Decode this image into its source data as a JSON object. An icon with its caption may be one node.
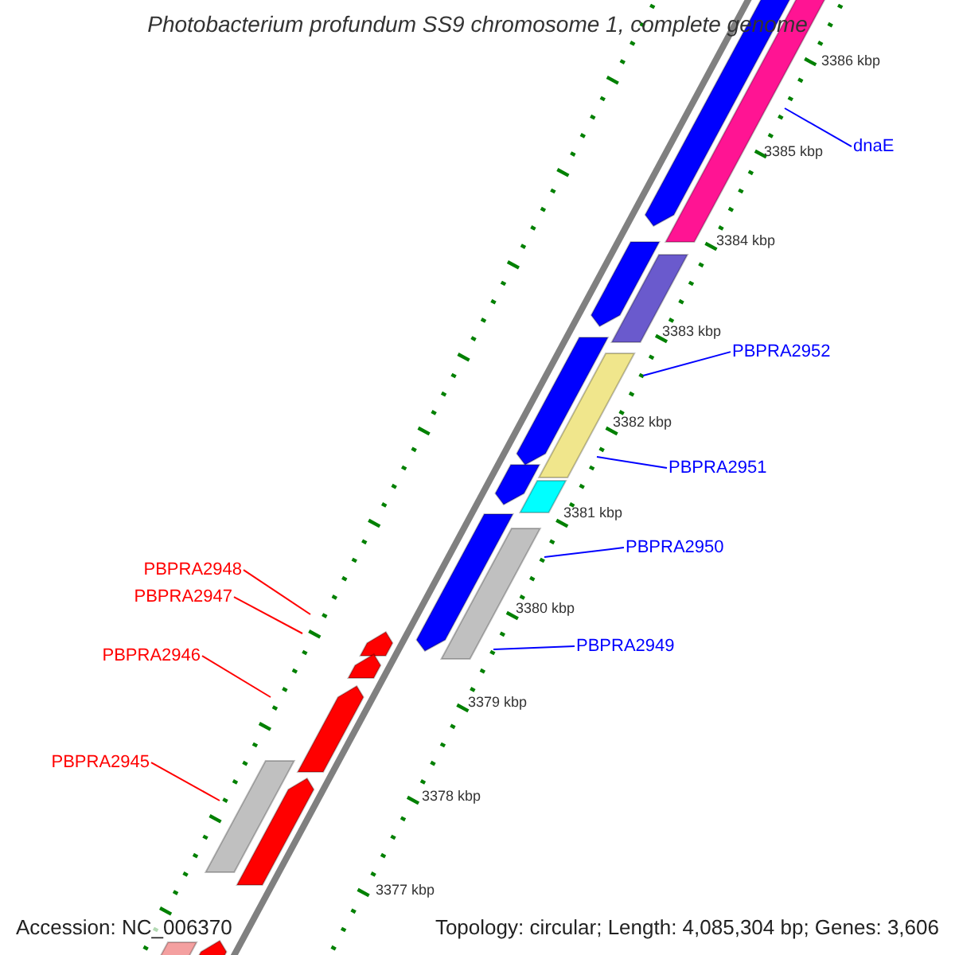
{
  "diagram": {
    "title": "Photobacterium profundum SS9 chromosome 1, complete genome",
    "nodes": [
      {
        "text": [
          "dnaE"
        ]
      },
      {
        "text": [
          "PBPRA2952"
        ]
      },
      {
        "text": [
          "PBPRA2951"
        ]
      },
      {
        "text": [
          "PBPRA2950"
        ]
      },
      {
        "text": [
          "PBPRA2949"
        ]
      },
      {
        "text": [
          "PBPRA2948"
        ]
      },
      {
        "text": [
          "PBPRA2947"
        ]
      },
      {
        "text": [
          "PBPRA2946"
        ]
      },
      {
        "text": [
          "PBPRA2945"
        ]
      }
    ],
    "edges": [
      {
        "from": 0,
        "to": null,
        "arrow": "none"
      },
      {
        "from": 1,
        "to": null,
        "arrow": "none"
      },
      {
        "from": 2,
        "to": null,
        "arrow": "none"
      },
      {
        "from": 3,
        "to": null,
        "arrow": "none"
      },
      {
        "from": 4,
        "to": null,
        "arrow": "none"
      },
      {
        "from": 5,
        "to": null,
        "arrow": "none",
        "color": "#ff0000"
      },
      {
        "from": 6,
        "to": null,
        "arrow": "none",
        "color": "#ff0000"
      },
      {
        "from": 7,
        "to": null,
        "arrow": "none",
        "color": "#ff0000"
      },
      {
        "from": 8,
        "to": null,
        "arrow": "none",
        "color": "#ff0000"
      }
    ],
    "labels": [
      "3386 kbp",
      "3385 kbp",
      "3384 kbp",
      "3383 kbp",
      "3382 kbp",
      "3381 kbp",
      "3380 kbp",
      "3379 kbp",
      "3378 kbp",
      "3377 kbp",
      "Accession: NC_006370",
      "Topology: circular; Length: 4,085,304 bp; Genes: 3,606"
    ]
  }
}
